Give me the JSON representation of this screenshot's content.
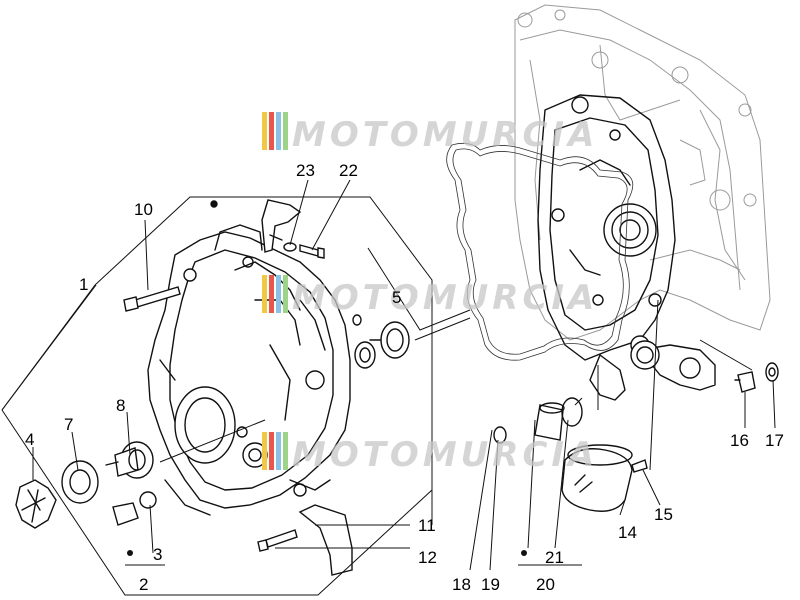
{
  "watermark": {
    "text": "MOTOMURCIA",
    "stripe_colors": [
      "#f2c744",
      "#e8574a",
      "#8cc1e6",
      "#9ed38a"
    ]
  },
  "callouts": {
    "c1": "1",
    "c2": "2",
    "c3": "3",
    "c4": "4",
    "c5": "5",
    "c7": "7",
    "c8": "8",
    "c10": "10",
    "c11": "11",
    "c12": "12",
    "c14": "14",
    "c15": "15",
    "c16": "16",
    "c17": "17",
    "c18": "18",
    "c19": "19",
    "c20": "20",
    "c21": "21",
    "c22": "22",
    "c23": "23"
  }
}
